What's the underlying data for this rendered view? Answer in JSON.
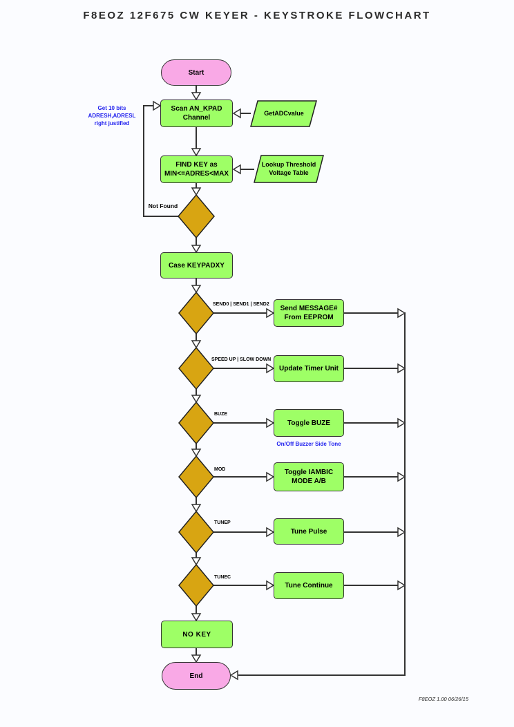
{
  "header": {
    "title": "F8EOZ 12F675 CW KEYER - KEYSTROKE FLOWCHART"
  },
  "footer": {
    "credit": "F8EOZ 1.00 06/26/15"
  },
  "colors": {
    "process_fill": "#9EFF66",
    "decision_fill": "#D8A512",
    "terminator_fill": "#F9A9E6",
    "annotation_blue": "#2222EE",
    "line": "#333333",
    "background": "#FBFCFF"
  },
  "flow": {
    "start": "Start",
    "scan_process": "Scan AN_KPAD\nChannel",
    "get_adc_io": "GetADCvalue",
    "adc_note": "Get 10 bits\nADRESH,ADRESL\nright justified",
    "find_process": "FIND KEY as\nMIN<=ADRES<MAX",
    "lookup_io": "Lookup Threshold\nVoltage Table",
    "not_found_label": "Not Found",
    "case_process": "Case KEYPADXY",
    "branches": [
      {
        "condition": "SEND0 | SEND1 | SEND2",
        "action": "Send MESSAGE#\nFrom EEPROM"
      },
      {
        "condition": "SPEED UP | SLOW DOWN",
        "action": "Update Timer Unit"
      },
      {
        "condition": "BUZE",
        "action": "Toggle BUZE",
        "note": "On/Off Buzzer Side Tone"
      },
      {
        "condition": "MOD",
        "action": "Toggle IAMBIC\nMODE A/B"
      },
      {
        "condition": "TUNEP",
        "action": "Tune Pulse"
      },
      {
        "condition": "TUNEC",
        "action": "Tune Continue"
      }
    ],
    "no_key": "NO KEY",
    "end": "End"
  }
}
